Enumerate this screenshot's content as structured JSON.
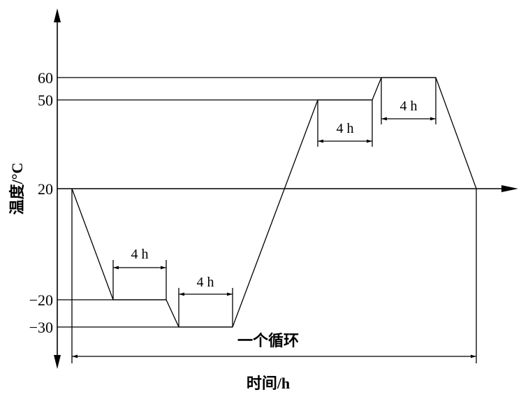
{
  "y_axis": {
    "label": "温度/°C",
    "ticks": [
      "60",
      "50",
      "20",
      "−20",
      "−30"
    ]
  },
  "x_axis": {
    "label": "时间/h"
  },
  "cycle_label": "一个循环",
  "durations": [
    "4 h",
    "4 h",
    "4 h",
    "4 h"
  ]
}
